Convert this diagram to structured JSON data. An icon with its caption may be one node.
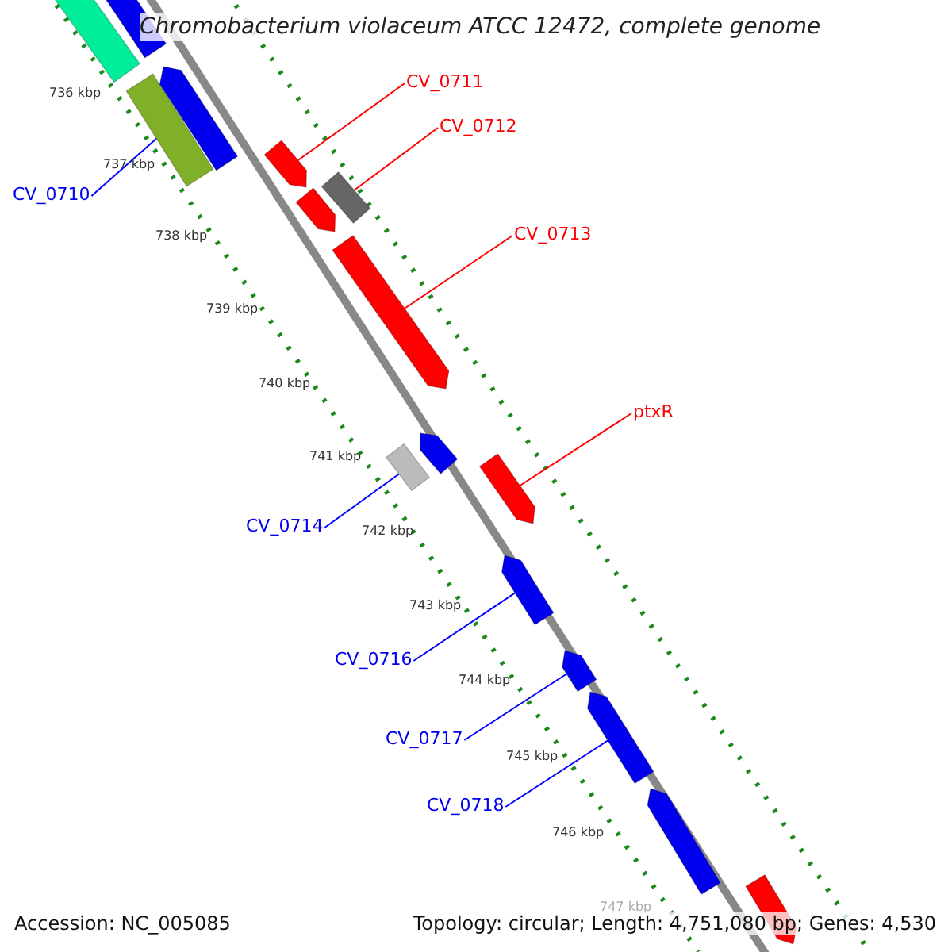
{
  "diagram": {
    "title": "Chromobacterium violaceum ATCC 12472, complete genome",
    "nodes": [
      {
        "text": [],
        "shape": "bar"
      },
      {
        "text": [],
        "shape": "bar"
      },
      {
        "text": [
          "CV_0711"
        ]
      },
      {
        "text": [],
        "shape": "arrow"
      },
      {
        "text": [
          "CV_0712"
        ]
      },
      {
        "text": [],
        "shape": "bar"
      },
      {
        "text": [],
        "shape": "arrow"
      },
      {
        "text": [],
        "shape": "arrow"
      },
      {
        "text": [],
        "shape": "bar"
      },
      {
        "text": [
          "CV_0710"
        ]
      },
      {
        "text": [
          "CV_0713"
        ]
      },
      {
        "text": [],
        "shape": "arrow"
      },
      {
        "text": [
          "ptxR"
        ]
      },
      {
        "text": [],
        "shape": "arrow"
      },
      {
        "text": [],
        "shape": "bar"
      },
      {
        "text": [],
        "shape": "arrow"
      },
      {
        "text": [
          "CV_0714"
        ]
      },
      {
        "text": [],
        "shape": "arrow"
      },
      {
        "text": [
          "CV_0716"
        ]
      },
      {
        "text": [],
        "shape": "arrow"
      },
      {
        "text": [],
        "shape": "arrow"
      },
      {
        "text": [
          "CV_0717"
        ]
      },
      {
        "text": [
          "CV_0718"
        ]
      },
      {
        "text": [],
        "shape": "arrow"
      },
      {
        "text": [],
        "shape": "arrow"
      }
    ],
    "edges": [
      {
        "from": 2,
        "to": 3,
        "arrow": "none",
        "color": "#ff0000"
      },
      {
        "from": 4,
        "to": 8,
        "arrow": "none",
        "color": "#ff0000"
      },
      {
        "from": 9,
        "to": 5,
        "arrow": "none",
        "color": "#0000ff"
      },
      {
        "from": 10,
        "to": 11,
        "arrow": "none",
        "color": "#ff0000"
      },
      {
        "from": 12,
        "to": 15,
        "arrow": "none",
        "color": "#ff0000"
      },
      {
        "from": 16,
        "to": 14,
        "arrow": "none",
        "color": "#0000ff"
      },
      {
        "from": 18,
        "to": 17,
        "arrow": "none",
        "color": "#0000ff"
      },
      {
        "from": 21,
        "to": 19,
        "arrow": "none",
        "color": "#0000ff"
      },
      {
        "from": 22,
        "to": 20,
        "arrow": "none",
        "color": "#0000ff"
      }
    ],
    "labels": [
      "736 kbp",
      "737 kbp",
      "738 kbp",
      "739 kbp",
      "740 kbp",
      "741 kbp",
      "742 kbp",
      "743 kbp",
      "744 kbp",
      "745 kbp",
      "746 kbp",
      "747 kbp",
      "Accession: NC_005085",
      "Topology: circular; Length: 4,751,080 bp; Genes: 4,530"
    ]
  }
}
